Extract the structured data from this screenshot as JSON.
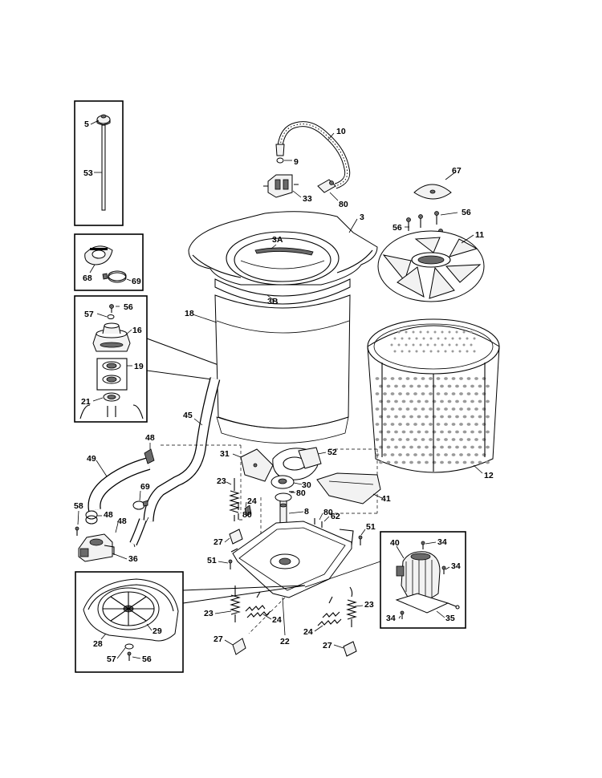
{
  "labels": {
    "l5": "5",
    "l53": "53",
    "l68": "68",
    "l69": "69",
    "l56_inset": "56",
    "l57_inset": "57",
    "l16": "16",
    "l19": "19",
    "l21": "21",
    "l10": "10",
    "l9": "9",
    "l33": "33",
    "l80_valve": "80",
    "l3": "3",
    "l3A": "3A",
    "l3B": "3B",
    "l18": "18",
    "l67": "67",
    "l56_a": "56",
    "l56_b": "56",
    "l11": "11",
    "l12": "12",
    "l45": "45",
    "l48_a": "48",
    "l49": "49",
    "l31": "31",
    "l52": "52",
    "l30": "30",
    "l80_a": "80",
    "l41": "41",
    "l8": "8",
    "l80_b": "80",
    "l62": "62",
    "l23_a": "23",
    "l24_a": "24",
    "l80_c": "80",
    "l27_a": "27",
    "l69_b": "69",
    "l58": "58",
    "l48_b": "48",
    "l48_c": "48",
    "l36": "36",
    "l51_a": "51",
    "l51_b": "51",
    "l40": "40",
    "l34_a": "34",
    "l34_b": "34",
    "l34_c": "34",
    "l35": "35",
    "l23_b": "23",
    "l24_b": "24",
    "l22": "22",
    "l24_c": "24",
    "l23_c": "23",
    "l27_b": "27",
    "l27_c": "27",
    "l28": "28",
    "l29": "29",
    "l57_b": "57",
    "l56_c": "56"
  },
  "colors": {
    "line": "#000000",
    "part_fill": "#f2f2f2",
    "shade": "#6a6a6a",
    "background": "#ffffff"
  }
}
